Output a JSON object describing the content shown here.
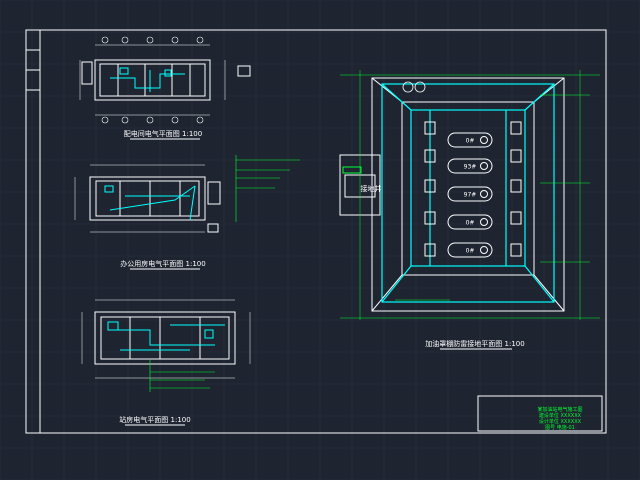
{
  "drawing": {
    "colors": {
      "background": "#1e2430",
      "grid": "#2a3140",
      "frame": "#ffffff",
      "wall": "#ffffff",
      "pipe": "#00ffff",
      "annotation": "#00ff33",
      "dimension": "#33ff33"
    },
    "labels": {
      "plan_top_left": "配电间电气平面图 1:100",
      "plan_mid_left": "办公用房电气平面图 1:100",
      "plan_bottom_left": "站房电气平面图 1:100",
      "plan_right": "加油罩棚防雷接地平面图 1:100",
      "pit_label": "接地井",
      "tank_labels": [
        "0#",
        "93#",
        "97#",
        "0#",
        "0#"
      ]
    },
    "title_block": {
      "line1": "某加油站电气施工图",
      "line2": "建设单位 XXXXXX",
      "line3": "设计单位 XXXXXX",
      "line4": "图号 电施-01"
    }
  }
}
